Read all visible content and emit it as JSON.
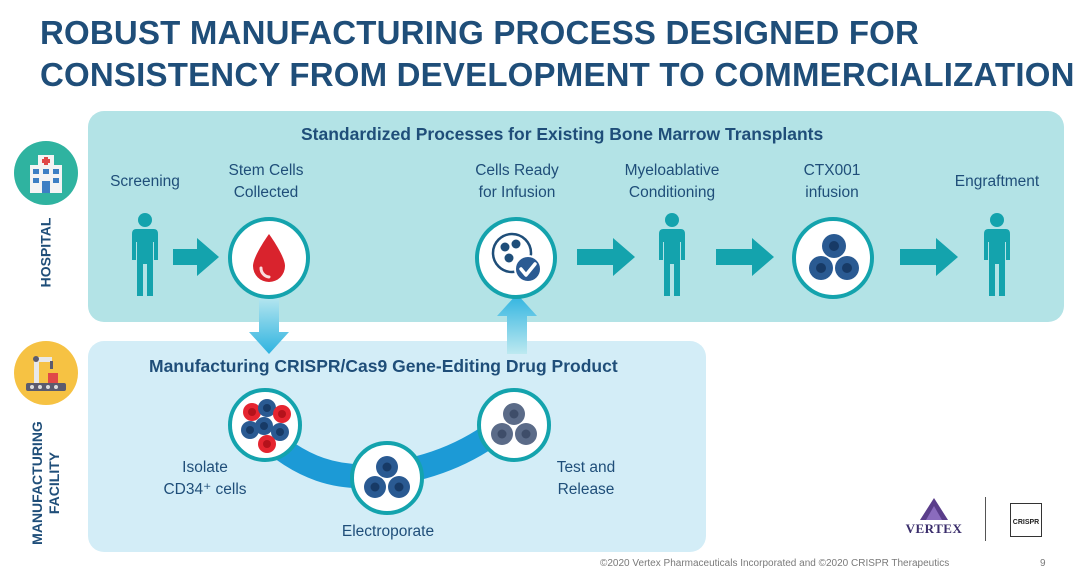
{
  "title": {
    "line1": "ROBUST MANUFACTURING PROCESS DESIGNED FOR",
    "line2": "CONSISTENCY FROM DEVELOPMENT TO COMMERCIALIZATION"
  },
  "hospital": {
    "side_label": "HOSPITAL",
    "panel_title": "Standardized Processes for Existing Bone Marrow Transplants",
    "steps": {
      "screening": "Screening",
      "stem_cells_1": "Stem Cells",
      "stem_cells_2": "Collected",
      "ready_1": "Cells Ready",
      "ready_2": "for Infusion",
      "myelo_1": "Myeloablative",
      "myelo_2": "Conditioning",
      "ctx_1": "CTX001",
      "ctx_2": "infusion",
      "engraftment": "Engraftment"
    }
  },
  "manufacturing": {
    "side_label_1": "MANUFACTURING",
    "side_label_2": "FACILITY",
    "panel_title": "Manufacturing CRISPR/Cas9 Gene-Editing Drug Product",
    "steps": {
      "isolate_1": "Isolate",
      "isolate_2": "CD34⁺ cells",
      "electroporate": "Electroporate",
      "test_1": "Test and",
      "test_2": "Release"
    }
  },
  "footer": {
    "copyright": "©2020 Vertex Pharmaceuticals Incorporated and ©2020 CRISPR Therapeutics",
    "page_number": "9",
    "vertex_logo": "VERTEX",
    "crispr_logo": "CRISPR"
  },
  "colors": {
    "navy": "#1f4e79",
    "teal": "#14a3ad",
    "hospital_panel": "#b3e3e6",
    "manufacturing_panel": "#d3edf7",
    "cell_blue": "#2a5a92",
    "cell_red": "#e52530"
  }
}
